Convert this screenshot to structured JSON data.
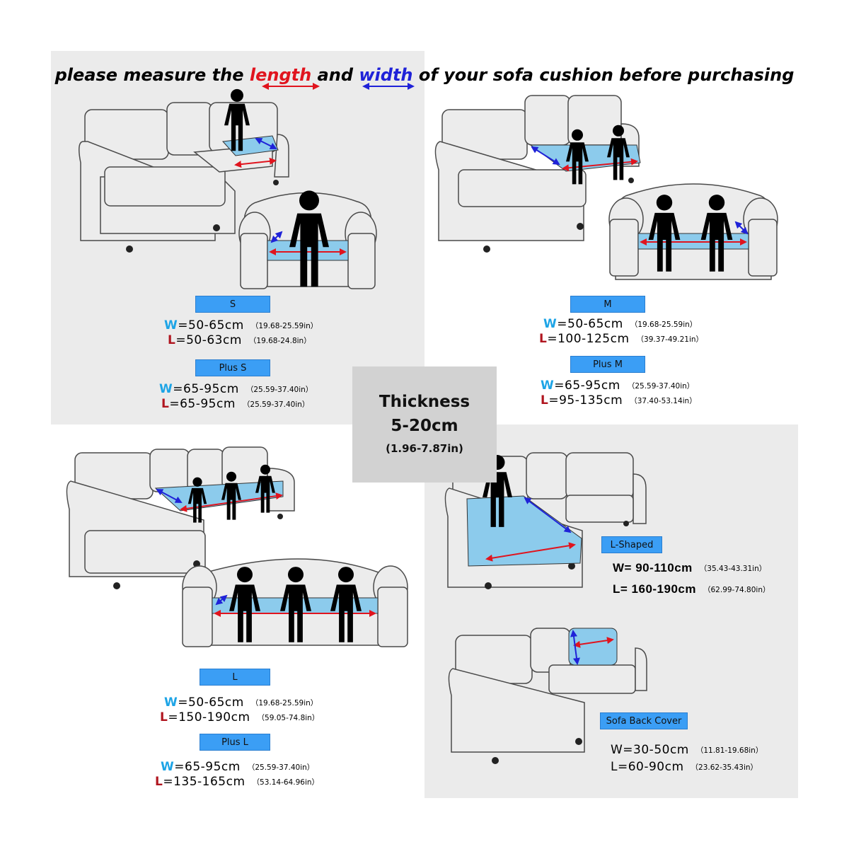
{
  "headline": {
    "part1": "please measure the ",
    "length": "length",
    "part2": " and ",
    "width": "width",
    "part3": " of your sofa cushion before purchasing"
  },
  "thickness": {
    "title": "Thickness",
    "range": "5-20cm",
    "inches": "(1.96-7.87in)"
  },
  "sizes": {
    "s": {
      "label": "S",
      "w_prefix": "W",
      "w": "=50-65cm",
      "w_in": "（19.68-25.59in）",
      "l_prefix": "L",
      "l": "=50-63cm",
      "l_in": "（19.68-24.8in）"
    },
    "plus_s": {
      "label": "Plus S",
      "w_prefix": "W",
      "w": "=65-95cm",
      "w_in": "（25.59-37.40in）",
      "l_prefix": "L",
      "l": "=65-95cm",
      "l_in": "（25.59-37.40in）"
    },
    "m": {
      "label": "M",
      "w_prefix": "W",
      "w": "=50-65cm",
      "w_in": "（19.68-25.59in）",
      "l_prefix": "L",
      "l": "=100-125cm",
      "l_in": "（39.37-49.21in）"
    },
    "plus_m": {
      "label": "Plus M",
      "w_prefix": "W",
      "w": "=65-95cm",
      "w_in": "（25.59-37.40in）",
      "l_prefix": "L",
      "l": "=95-135cm",
      "l_in": "（37.40-53.14in）"
    },
    "l": {
      "label": "L",
      "w_prefix": "W",
      "w": "=50-65cm",
      "w_in": "（19.68-25.59in）",
      "l_prefix": "L",
      "l": "=150-190cm",
      "l_in": "（59.05-74.8in）"
    },
    "plus_l": {
      "label": "Plus L",
      "w_prefix": "W",
      "w": "=65-95cm",
      "w_in": "（25.59-37.40in）",
      "l_prefix": "L",
      "l": "=135-165cm",
      "l_in": "（53.14-64.96in）"
    },
    "l_shaped": {
      "label": "L-Shaped",
      "w": "W= 90-110cm",
      "w_in": "（35.43-43.31in）",
      "l": "L= 160-190cm",
      "l_in": "（62.99-74.80in）"
    },
    "back_cover": {
      "label": "Sofa Back Cover",
      "w": "W=30-50cm",
      "w_in": "（11.81-19.68in）",
      "l": "L=60-90cm",
      "l_in": "（23.62-35.43in）"
    }
  },
  "colors": {
    "length_red": "#e0141e",
    "width_blue": "#1f22d8",
    "tag_blue": "#3b9ef5",
    "cushion_blue": "#8ccbec",
    "sofa_fill": "#ececec",
    "w_cyan": "#1da4e6",
    "l_maroon": "#b0151f"
  }
}
